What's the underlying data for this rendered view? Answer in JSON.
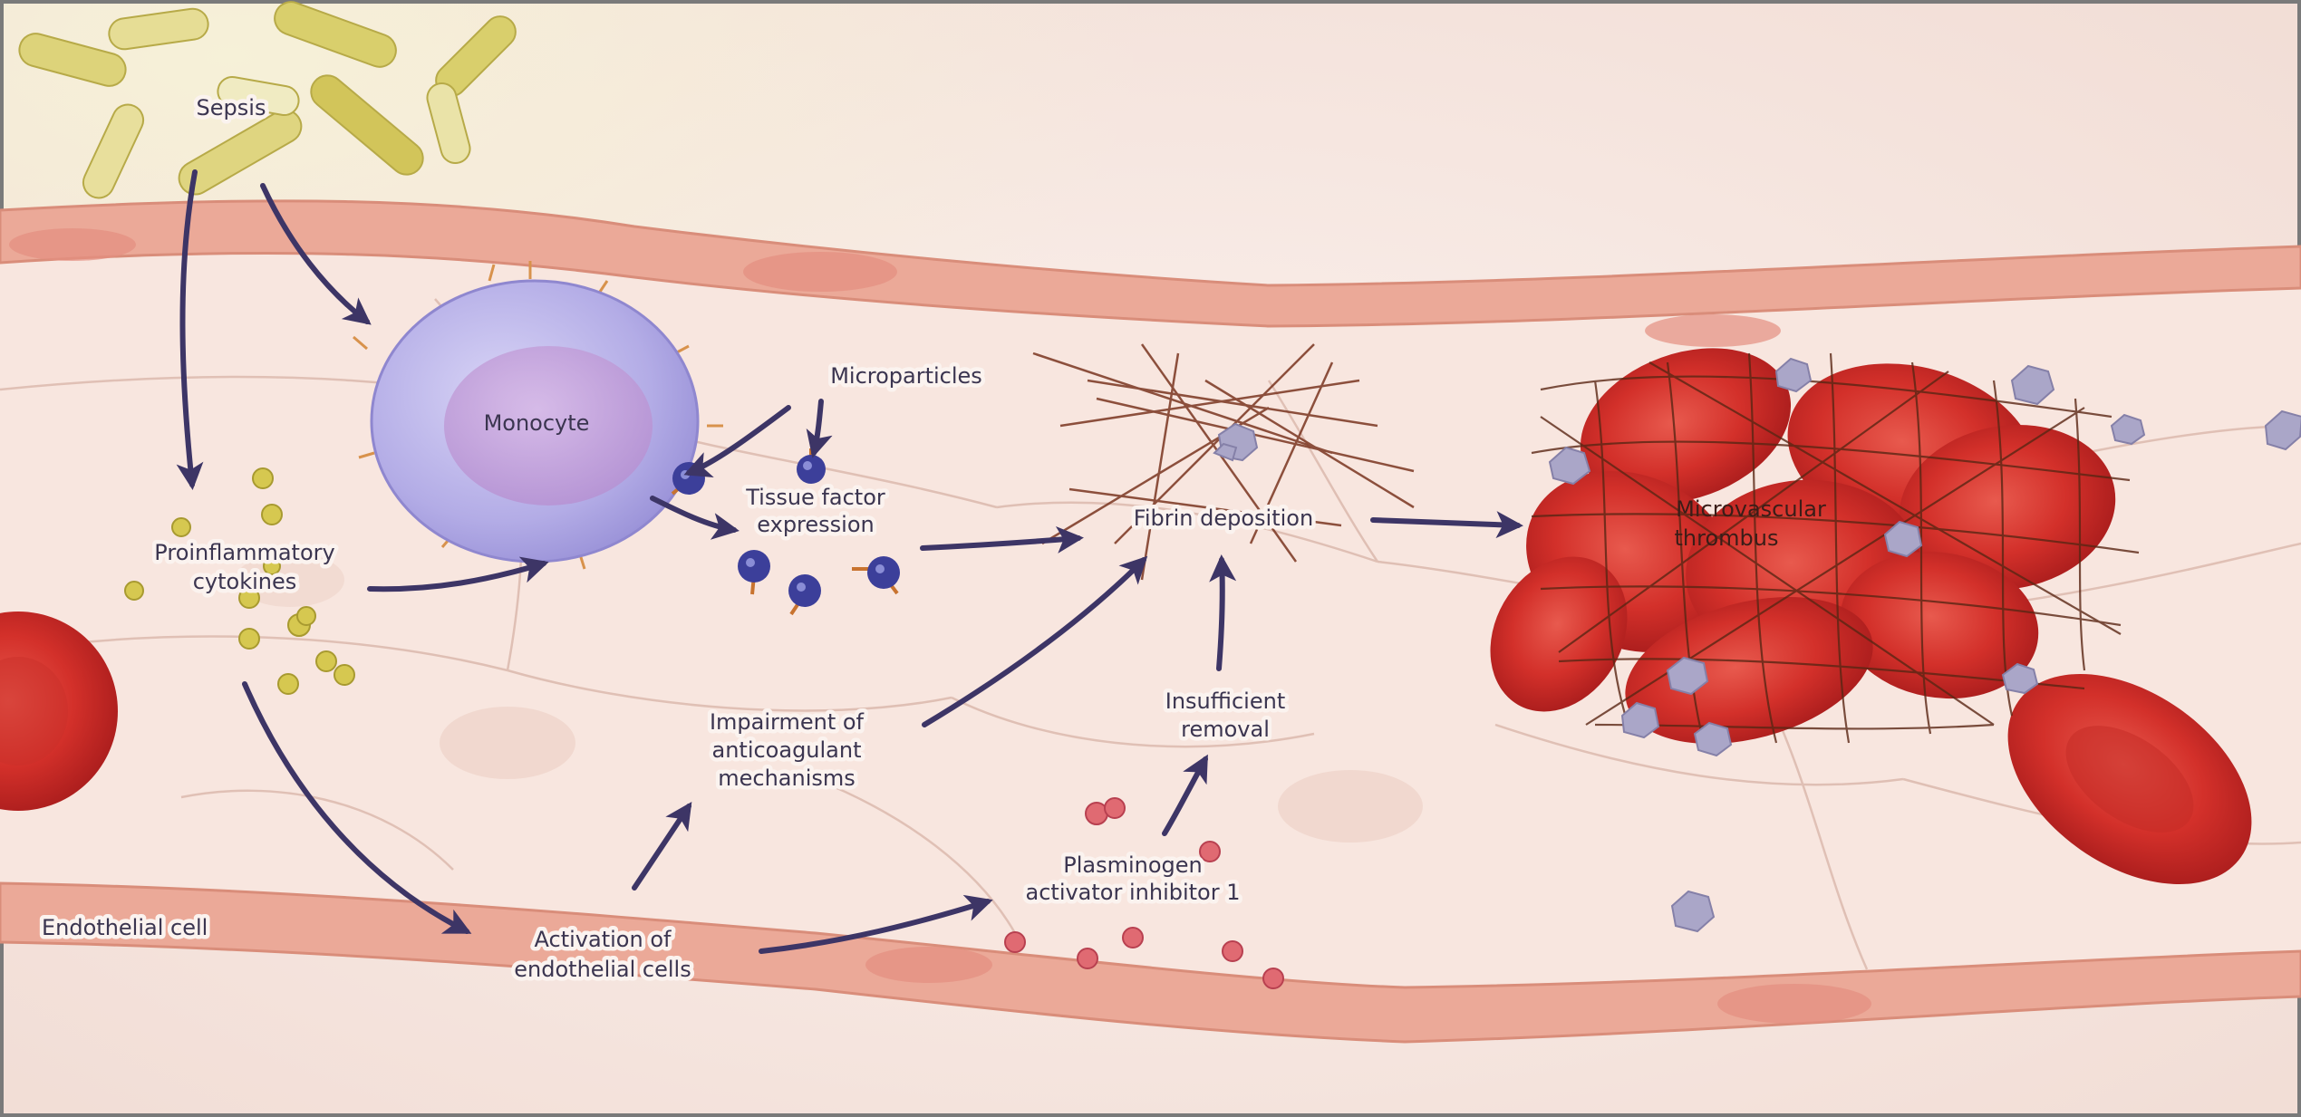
{
  "labels": {
    "sepsis": "Sepsis",
    "monocyte": "Monocyte",
    "microparticles": "Microparticles",
    "tissue_factor": [
      "Tissue factor",
      "expression"
    ],
    "fibrin_deposition": "Fibrin deposition",
    "microvascular_thrombus": [
      "Microvascular",
      "thrombus"
    ],
    "proinflammatory_cytokines": [
      "Proinflammatory",
      "cytokines"
    ],
    "impairment": [
      "Impairment of",
      "anticoagulant",
      "mechanisms"
    ],
    "insufficient_removal": [
      "Insufficient",
      "removal"
    ],
    "pai1": [
      "Plasminogen",
      "activator inhibitor 1"
    ],
    "endothelial_cell": "Endothelial cell",
    "activation": [
      "Activation of",
      "endothelial cells"
    ]
  },
  "colors": {
    "background": "#f7ebe6",
    "vessel_wall": "#eba896",
    "vessel_lumen": "#f8e9e3",
    "monocyte": "#b8b2e8",
    "monocyte_nucleus": "#c8a8dc",
    "red_cell": "#d6322c",
    "bacteria": "#d9cf6c",
    "cytokine": "#cdbf46",
    "microparticle": "#3c3f9a",
    "platelet": "#a8a4c4",
    "fibrin": "#7a3520",
    "arrow": "#3d3566"
  }
}
